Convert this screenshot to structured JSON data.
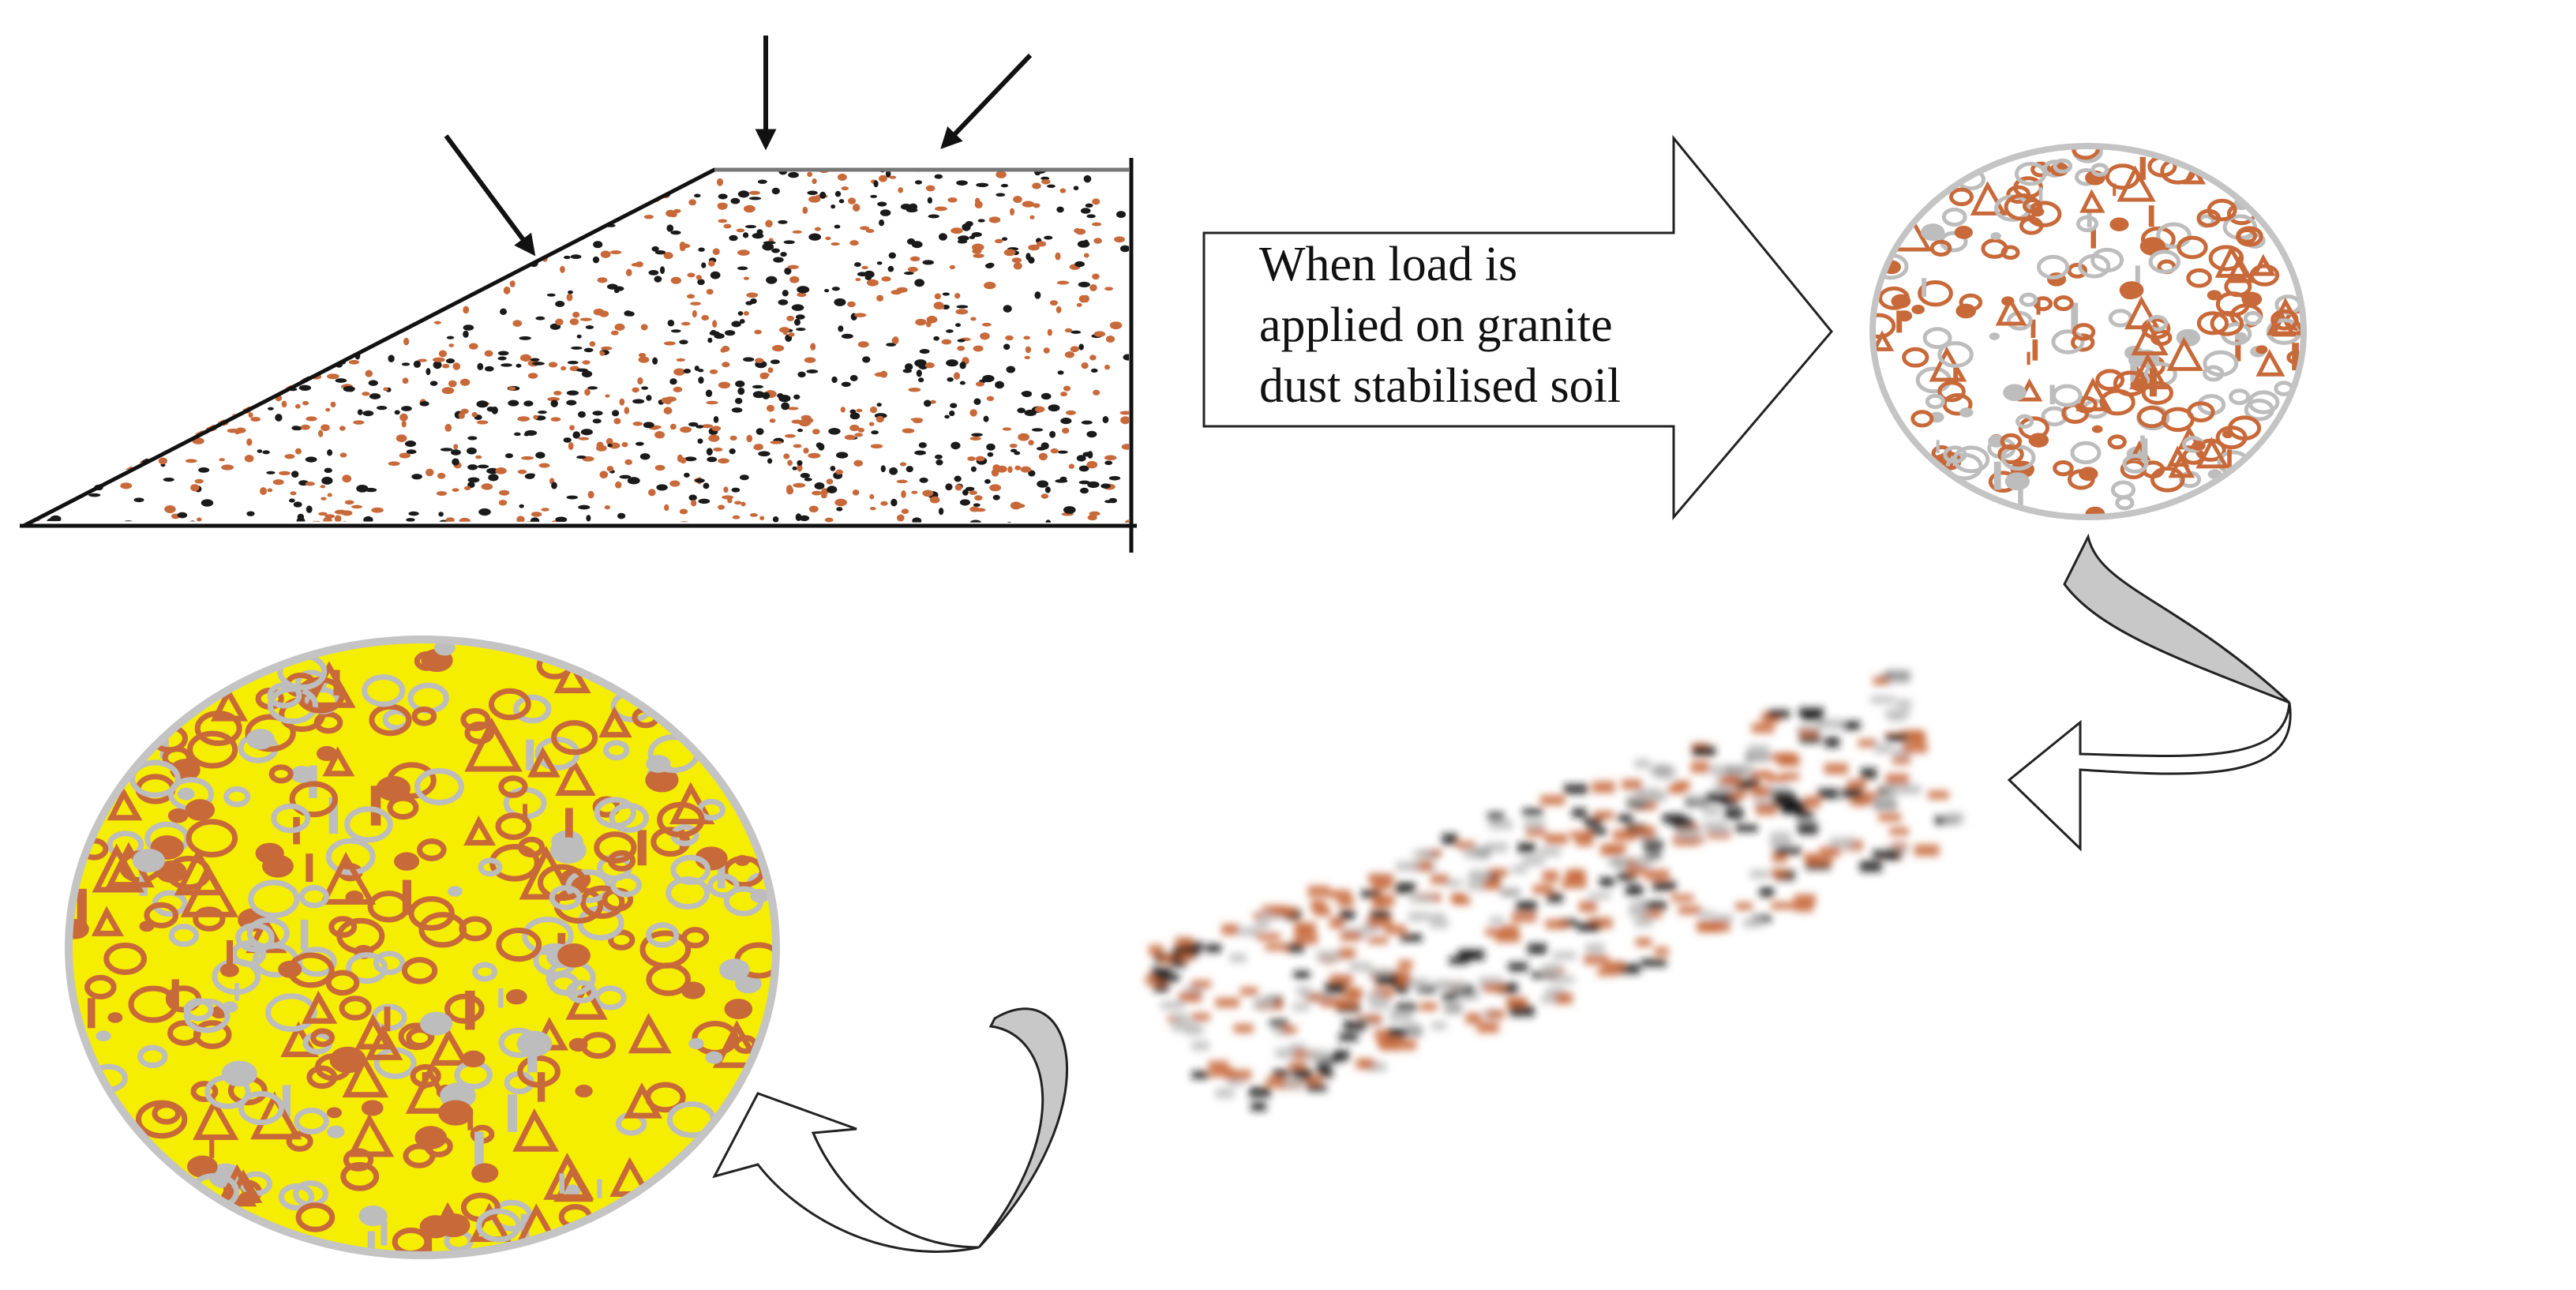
{
  "diagram": {
    "arrow_text_lines": [
      "When load is",
      "applied on granite",
      "dust stabilised soil"
    ]
  },
  "colors": {
    "particle_brown": "#c8693a",
    "particle_black": "#1a1a1a",
    "particle_gray": "#bdbdbd",
    "circle_border": "#c4c4c4",
    "binder_yellow": "#f6ee00",
    "curved_arrow_fill": "#c8c8c8",
    "outline": "#222222"
  },
  "icons": {
    "load_arrows": "down-arrow-icon",
    "process_arrow": "block-right-arrow-icon",
    "transition_arrows": "curved-arrow-icon"
  }
}
